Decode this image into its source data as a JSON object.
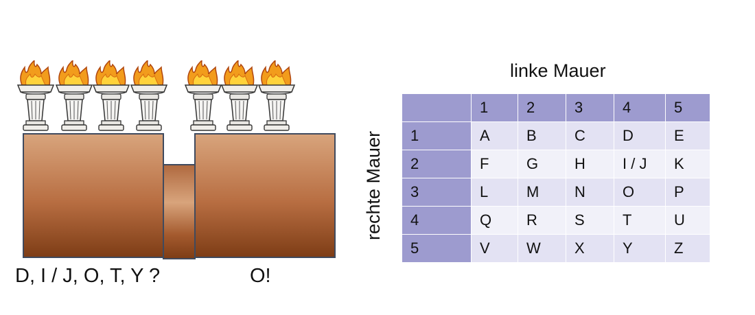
{
  "left_scene": {
    "torch_icon": "torch-with-flame-icon",
    "caption_left": "D, I / J, O, T, Y ?",
    "caption_right": "O!",
    "colors": {
      "wall_light": "#d8a47c",
      "wall_dark": "#7e3d16",
      "flame": "#f29c1c"
    }
  },
  "cipher_table": {
    "column_title": "linke Mauer",
    "row_title": "rechte Mauer",
    "column_headers": [
      "1",
      "2",
      "3",
      "4",
      "5"
    ],
    "rows": [
      {
        "label": "1",
        "cells": [
          "A",
          "B",
          "C",
          "D",
          "E"
        ]
      },
      {
        "label": "2",
        "cells": [
          "F",
          "G",
          "H",
          "I / J",
          "K"
        ]
      },
      {
        "label": "3",
        "cells": [
          "L",
          "M",
          "N",
          "O",
          "P"
        ]
      },
      {
        "label": "4",
        "cells": [
          "Q",
          "R",
          "S",
          "T",
          "U"
        ]
      },
      {
        "label": "5",
        "cells": [
          "V",
          "W",
          "X",
          "Y",
          "Z"
        ]
      }
    ],
    "colors": {
      "header": "#9d9bcf",
      "cell_a": "#e3e2f3",
      "cell_b": "#f1f1f9"
    }
  }
}
